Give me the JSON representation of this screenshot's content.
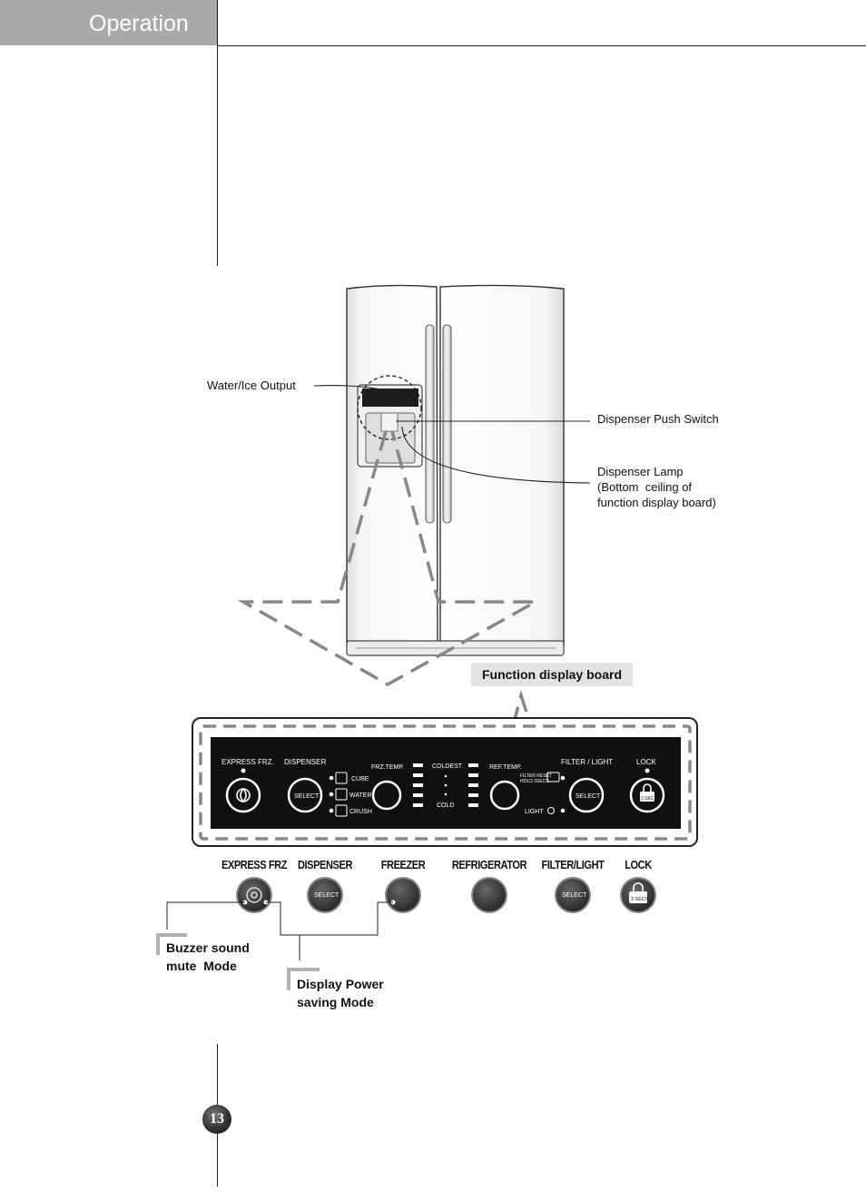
{
  "header": {
    "title": "Operation"
  },
  "callouts": {
    "water_ice_output": "Water/Ice Output",
    "dispenser_push_switch": "Dispenser Push Switch",
    "dispenser_lamp": "Dispenser Lamp\n(Bottom  ceiling of\nfunction display board)"
  },
  "function_display_board_label": "Function  display  board",
  "panel": {
    "express_frz": "EXPRESS FRZ.",
    "dispenser": "DISPENSER",
    "frz_temp": "FRZ.TEMP.",
    "coldest": "COLDEST",
    "cold": "COLD",
    "ref_temp": "REF.TEMP.",
    "filter_light": "FILTER / LIGHT",
    "lock": "LOCK",
    "cube": "CUBE",
    "water": "WATER",
    "crush": "CRUSH",
    "filter_reset": "FILTER RESET",
    "hold_3secs": "HOLD 3SECS",
    "light": "LIGHT",
    "select": "SELECT",
    "three_secs": "3 SECS"
  },
  "buttons_row": [
    {
      "label": "EXPRESS FRZ"
    },
    {
      "label": "DISPENSER",
      "inner": "SELECT"
    },
    {
      "label": "FREEZER"
    },
    {
      "label": "REFRIGERATOR"
    },
    {
      "label": "FILTER/LIGHT",
      "inner": "SELECT"
    },
    {
      "label": "LOCK",
      "inner": "3 SECS"
    }
  ],
  "modes": {
    "buzzer": "Buzzer sound\nmute  Mode",
    "display_power": "Display Power\nsaving Mode"
  },
  "page_number": "13"
}
